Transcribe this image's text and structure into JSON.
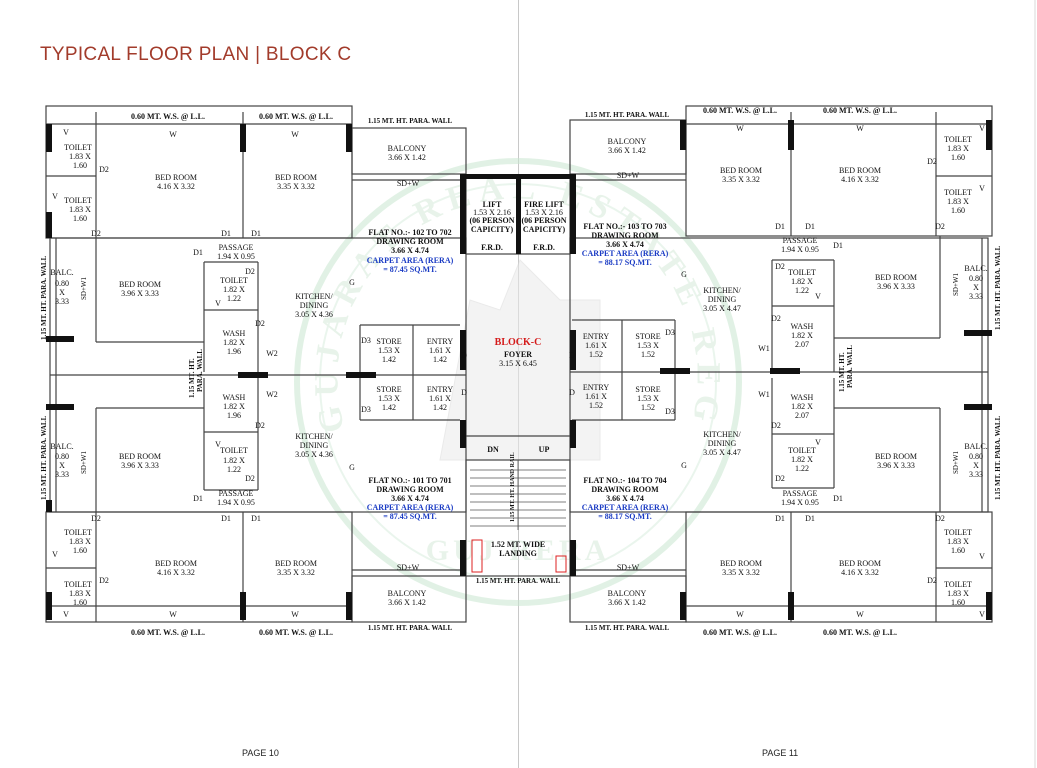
{
  "title": "TYPICAL FLOOR PLAN | BLOCK C",
  "pages": {
    "left": "PAGE 10",
    "right": "PAGE 11"
  },
  "watermark": [
    "GUJARAT REAL ESTATE REGULATORY AUTHORITY",
    "GUJ RERA"
  ],
  "common": {
    "ws": "0.60 MT. W.S. @ L.L.",
    "para_wall": "1.15 MT. HT. PARA. WALL",
    "para_wall_v1": "1.15 MT. HT.",
    "para_wall_v2": "PARA. WALL",
    "lift_name": "LIFT",
    "lift_dim": "1.53 X 2.16",
    "lift_cap1": "(06 PERSON",
    "lift_cap2": "CAPICITY)",
    "fire_lift_name": "FIRE LIFT",
    "frd": "F.R.D.",
    "block": "BLOCK-C",
    "foyer": "FOYER",
    "foyer_dim": "3.15 X 6.45",
    "dn": "DN",
    "up": "UP",
    "hand_rail": "1.15 MT. HT. HAND RAIL",
    "landing1": "1.52 MT. WIDE",
    "landing2": "LANDING"
  },
  "flats": {
    "f102": {
      "no": "FLAT NO.:- 102 TO 702",
      "drawing": "DRAWING ROOM",
      "drawing_dim": "3.66 X 4.74",
      "carpet": "CARPET AREA (RERA)",
      "area": "= 87.45 SQ.MT."
    },
    "f101": {
      "no": "FLAT NO.:- 101 TO 701",
      "drawing": "DRAWING ROOM",
      "drawing_dim": "3.66 X 4.74",
      "carpet": "CARPET AREA (RERA)",
      "area": "= 87.45 SQ.MT."
    },
    "f103": {
      "no": "FLAT NO.:- 103 TO 703",
      "drawing": "DRAWING ROOM",
      "drawing_dim": "3.66 X 4.74",
      "carpet": "CARPET AREA (RERA)",
      "area": "= 88.17 SQ.MT."
    },
    "f104": {
      "no": "FLAT NO.:- 104 TO 704",
      "drawing": "DRAWING ROOM",
      "drawing_dim": "3.66 X 4.74",
      "carpet": "CARPET AREA (RERA)",
      "area": "= 88.17 SQ.MT."
    }
  },
  "rooms": {
    "toilet": "TOILET",
    "toilet_a1": "1.83 X",
    "toilet_a2": "1.60",
    "toilet_b1": "1.82 X",
    "toilet_b2": "1.22",
    "bed": "BED ROOM",
    "bed_416": "4.16 X 3.32",
    "bed_335": "3.35 X 3.32",
    "bed_396": "3.96 X 3.33",
    "balcony": "BALCONY",
    "balcony_dim": "3.66 X 1.42",
    "balc": "BALC.",
    "balc_1": "0.80",
    "balc_2": "X",
    "balc_3": "3.33",
    "passage": "PASSAGE",
    "passage_dim": "1.94 X 0.95",
    "wash": "WASH",
    "wash_l1": "1.82 X",
    "wash_l2": "1.96",
    "wash_r1": "1.82 X",
    "wash_r2": "2.07",
    "kitchen1": "KITCHEN/",
    "kitchen2": "DINING",
    "kitchen_l": "3.05 X 4.36",
    "kitchen_r": "3.05 X 4.47",
    "store": "STORE",
    "store1": "1.53 X",
    "store2": "1.42",
    "store2r": "1.52",
    "entry": "ENTRY",
    "entry1": "1.61 X",
    "entry2": "1.42",
    "entry2r": "1.52"
  },
  "tags": {
    "sd": "SD+W",
    "sdw1": "SD+W1",
    "w": "W",
    "v": "V",
    "g": "G",
    "d": "D",
    "d1": "D1",
    "d2": "D2",
    "d3": "D3",
    "w1": "W1",
    "w2": "W2"
  }
}
